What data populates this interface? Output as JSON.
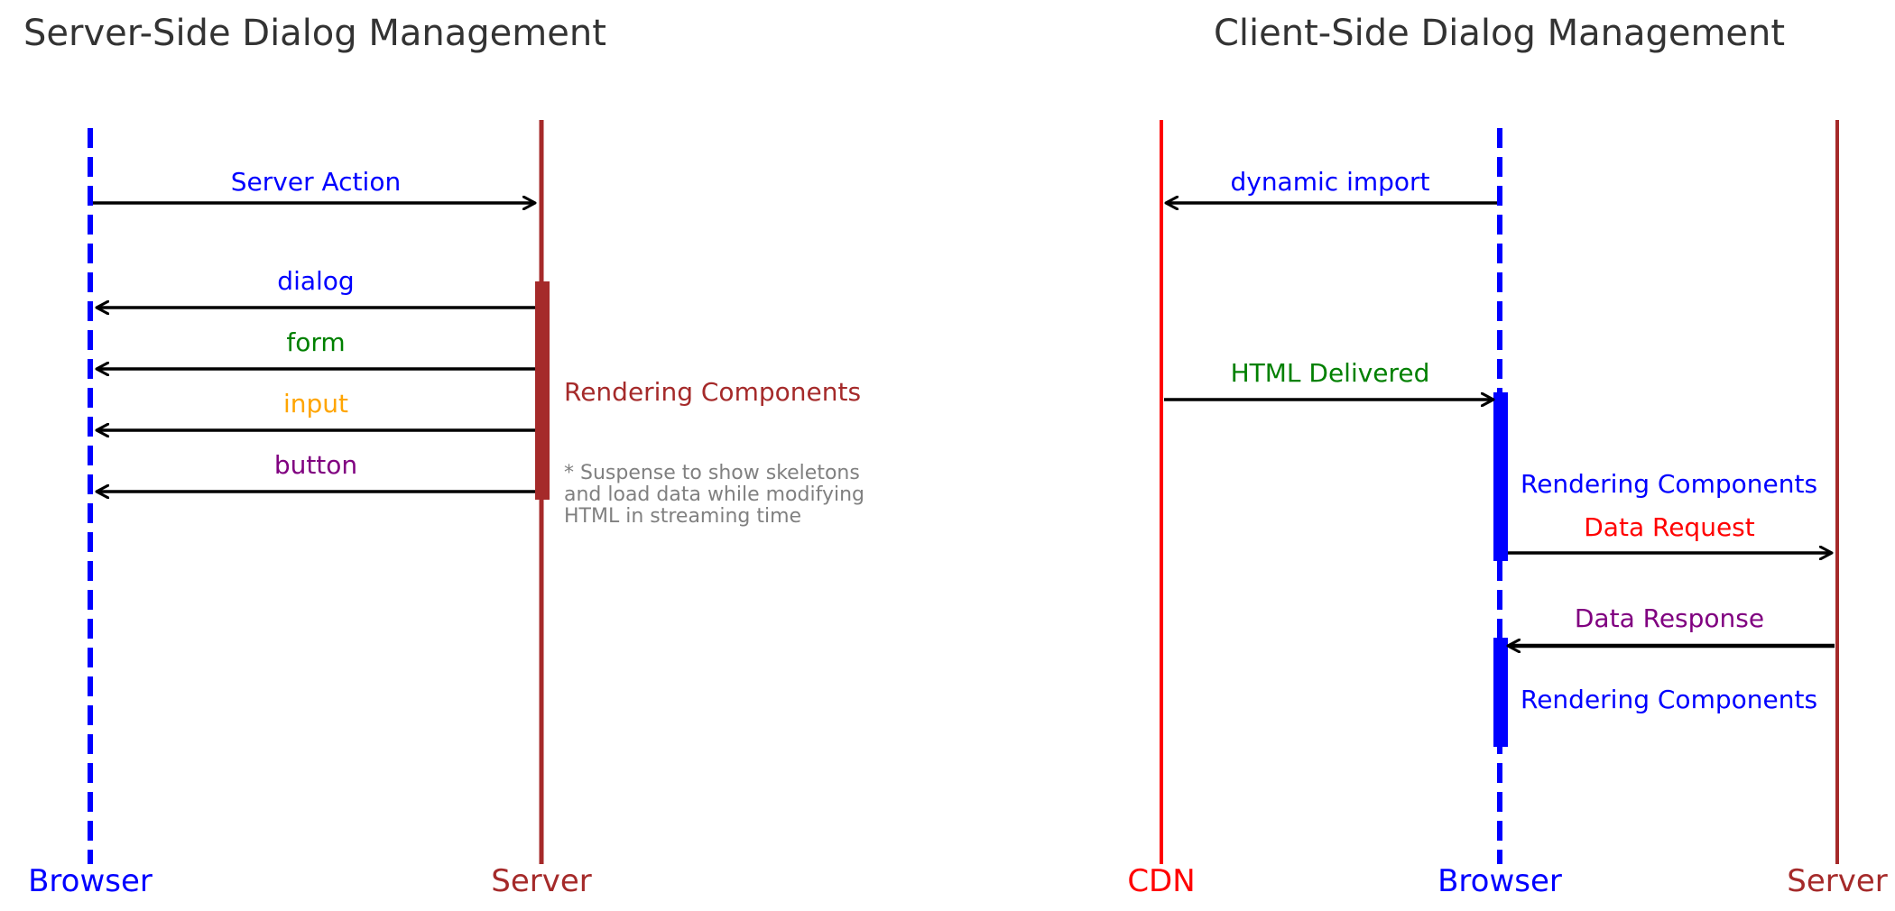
{
  "colors": {
    "browser": "#0000ff",
    "server": "#a52a2a",
    "cdn": "#ff0000",
    "green": "#008000",
    "orange": "#ffa500",
    "purple": "#800080",
    "title": "#333333",
    "note": "#808080",
    "arrow": "#000000"
  },
  "diagrams": [
    {
      "title": "Server-Side Dialog Management",
      "lifelines": [
        {
          "id": "browser",
          "label": "Browser",
          "color": "#0000ff",
          "style": "dashed"
        },
        {
          "id": "server",
          "label": "Server",
          "color": "#a52a2a",
          "style": "solid"
        }
      ],
      "messages": [
        {
          "from": "browser",
          "to": "server",
          "label": "Server Action",
          "color": "#0000ff"
        },
        {
          "from": "server",
          "to": "browser",
          "label": "dialog",
          "color": "#0000ff"
        },
        {
          "from": "server",
          "to": "browser",
          "label": "form",
          "color": "#008000"
        },
        {
          "from": "server",
          "to": "browser",
          "label": "input",
          "color": "#ffa500"
        },
        {
          "from": "server",
          "to": "browser",
          "label": "button",
          "color": "#800080"
        }
      ],
      "activations": [
        {
          "lifeline": "server",
          "label": "Rendering Components",
          "color": "#a52a2a"
        }
      ],
      "note": {
        "lines": [
          "* Suspense to show skeletons",
          "and load data while modifying",
          "HTML in streaming time"
        ]
      }
    },
    {
      "title": "Client-Side Dialog Management",
      "lifelines": [
        {
          "id": "cdn",
          "label": "CDN",
          "color": "#ff0000",
          "style": "solid"
        },
        {
          "id": "browser",
          "label": "Browser",
          "color": "#0000ff",
          "style": "dashed"
        },
        {
          "id": "server",
          "label": "Server",
          "color": "#a52a2a",
          "style": "solid"
        }
      ],
      "messages": [
        {
          "from": "browser",
          "to": "cdn",
          "label": "dynamic import",
          "color": "#0000ff"
        },
        {
          "from": "cdn",
          "to": "browser",
          "label": "HTML Delivered",
          "color": "#008000"
        },
        {
          "from": "browser",
          "to": "server",
          "label": "Data Request",
          "color": "#ff0000"
        },
        {
          "from": "server",
          "to": "browser",
          "label": "Data Response",
          "color": "#800080"
        }
      ],
      "activations": [
        {
          "lifeline": "browser",
          "label": "Rendering Components",
          "color": "#0000ff"
        },
        {
          "lifeline": "browser",
          "label": "Rendering Components",
          "color": "#0000ff"
        }
      ]
    }
  ]
}
